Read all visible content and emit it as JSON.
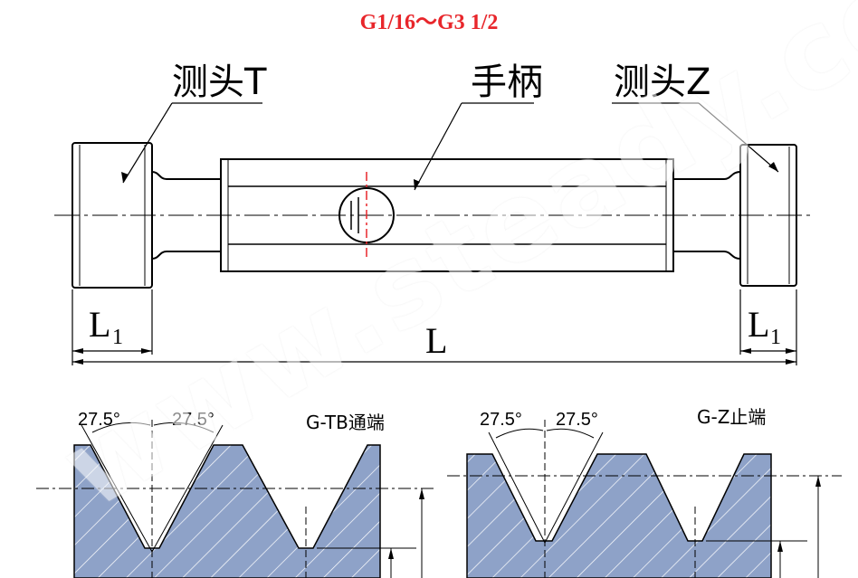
{
  "title": "G1/16～G3 1/2",
  "labels": {
    "probe_t": "测头T",
    "handle": "手柄",
    "probe_z": "测头Z",
    "l1_left": "L",
    "l1_left_sub": "1",
    "l_total": "L",
    "l1_right": "L",
    "l1_right_sub": "1"
  },
  "thread_left": {
    "angle_left": "27.5°",
    "angle_right": "27.5°",
    "name": "G-TB通端"
  },
  "thread_right": {
    "angle_left": "27.5°",
    "angle_right": "27.5°",
    "name": "G-Z止端"
  },
  "watermark": "www.steady.com",
  "colors": {
    "title": "#e8262b",
    "thread_fill": "#8ea2c8",
    "line": "#000000",
    "axis_red": "#e8262b"
  }
}
